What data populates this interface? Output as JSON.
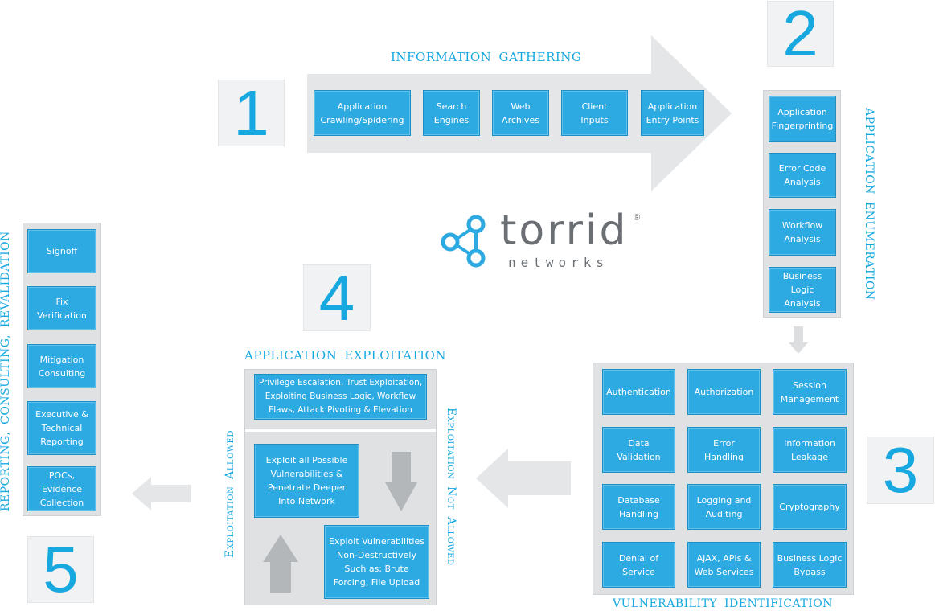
{
  "brand": {
    "name": "torrid",
    "sub": "networks",
    "reg": "®"
  },
  "colors": {
    "accent": "#17a8e0",
    "tile": "#2eaae3",
    "panel": "#dfe1e3",
    "arrow": "#dcdee0"
  },
  "steps": {
    "one": "1",
    "two": "2",
    "three": "3",
    "four": "4",
    "five": "5"
  },
  "info_gathering": {
    "title": "INFORMATION GATHERING",
    "items": [
      "Application\nCrawling/Spidering",
      "Search\nEngines",
      "Web\nArchives",
      "Client\nInputs",
      "Application\nEntry Points"
    ]
  },
  "app_enumeration": {
    "title": "APPLICATION ENUMERATION",
    "items": [
      "Application\nFingerprinting",
      "Error Code\nAnalysis",
      "Workflow\nAnalysis",
      "Business\nLogic Analysis"
    ]
  },
  "vuln_identification": {
    "title": "VULNERABILITY IDENTIFICATION",
    "items": [
      "Authentication",
      "Authorization",
      "Session\nManagement",
      "Data\nValidation",
      "Error\nHandling",
      "Information\nLeakage",
      "Database\nHandling",
      "Logging and\nAuditing",
      "Cryptography",
      "Denial of\nService",
      "AJAX, APIs &\nWeb Services",
      "Business Logic\nBypass"
    ]
  },
  "app_exploitation": {
    "title": "APPLICATION EXPLOITATION",
    "top": "Privilege Escalation, Trust Exploitation,\nExploiting Business Logic, Workflow\nFlaws, Attack Pivoting & Elevation",
    "allowed": "Exploit all Possible\nVulnerabilities &\nPenetrate Deeper\nInto Network",
    "not_allowed": "Exploit Vulnerabilities\nNon-Destructively\nSuch as: Brute\nForcing, File Upload",
    "label_allowed": "Exploitation Allowed",
    "label_not_allowed": "Exploitation Not Allowed"
  },
  "reporting": {
    "title": "REPORTING, CONSULTING, REVALIDATION",
    "items": [
      "Signoff",
      "Fix\nVerification",
      "Mitigation\nConsulting",
      "Executive &\nTechnical\nReporting",
      "POCs,\nEvidence\nCollection"
    ]
  }
}
